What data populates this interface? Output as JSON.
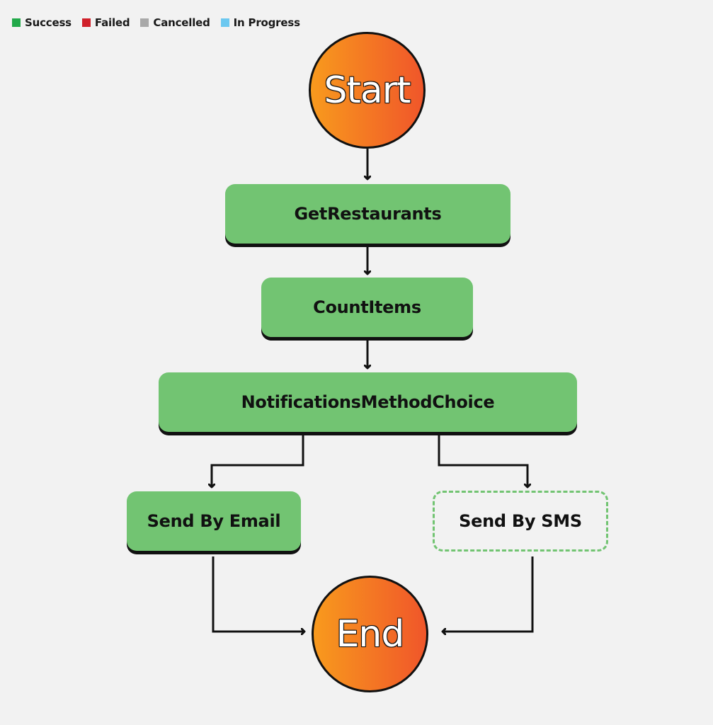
{
  "legend": {
    "items": [
      {
        "label": "Success",
        "color": "#22a94a"
      },
      {
        "label": "Failed",
        "color": "#d0202a"
      },
      {
        "label": "Cancelled",
        "color": "#a9a9a9"
      },
      {
        "label": "In Progress",
        "color": "#6cc8f0"
      }
    ]
  },
  "workflow": {
    "start_label": "Start",
    "end_label": "End",
    "steps": {
      "get_restaurants": {
        "label": "GetRestaurants",
        "status": "success"
      },
      "count_items": {
        "label": "CountItems",
        "status": "success"
      },
      "notifications_choice": {
        "label": "NotificationsMethodChoice",
        "status": "success"
      },
      "send_email": {
        "label": "Send By Email",
        "status": "success"
      },
      "send_sms": {
        "label": "Send By SMS",
        "status": "not-executed"
      }
    }
  },
  "colors": {
    "success_fill": "#72c472",
    "circle_gradient_start": "#f89a1d",
    "circle_gradient_end": "#f0562a",
    "background": "#f2f2f2"
  }
}
